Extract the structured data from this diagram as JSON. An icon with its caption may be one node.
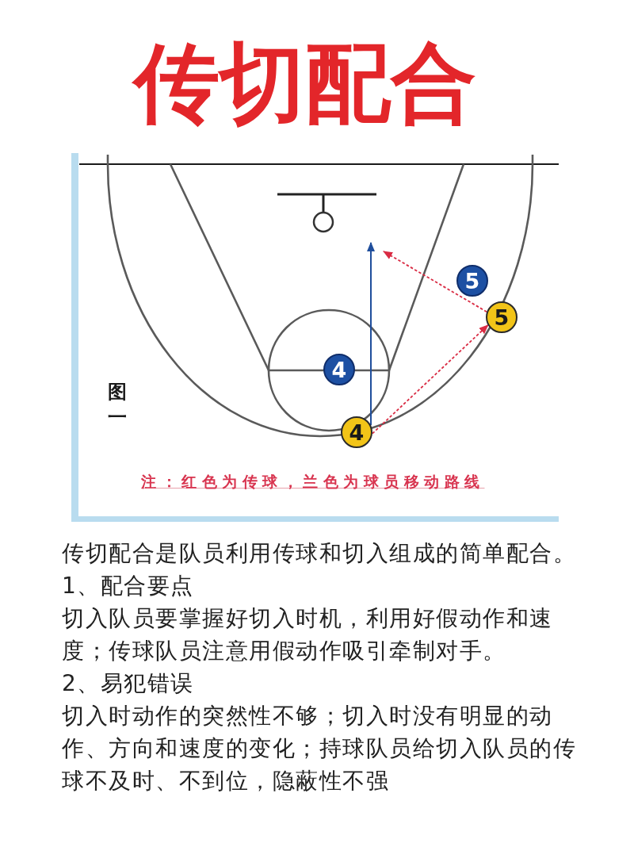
{
  "diagram": {
    "title": "传切配合",
    "nodes": [
      {
        "text": [
          "5"
        ]
      },
      {
        "text": [
          "5"
        ]
      },
      {
        "text": [
          "4"
        ]
      },
      {
        "text": [
          "4"
        ]
      }
    ],
    "edges": [
      {
        "from": 3,
        "to": 1,
        "arrow": "to",
        "style": "dashed"
      },
      {
        "from": 3,
        "to": null,
        "arrow": "to",
        "color": "#1f4e9c"
      },
      {
        "from": 1,
        "to": null,
        "arrow": "to",
        "style": "dashed"
      }
    ],
    "labels": [
      "图一",
      "注：红色为传球，兰色为球员移动路线",
      "传切配合是队员利用传球和切入组成的简单配合。",
      "1、配合要点",
      "切入队员要掌握好切入时机，利用好假动作和速度；传球队员注意用假动作吸引牵制对手。",
      "2、易犯错误",
      "切入时动作的突然性不够；切入时没有明显的动作、方向和速度的变化；持球队员给切入队员的传球不及时、不到位，隐蔽性不强"
    ]
  }
}
